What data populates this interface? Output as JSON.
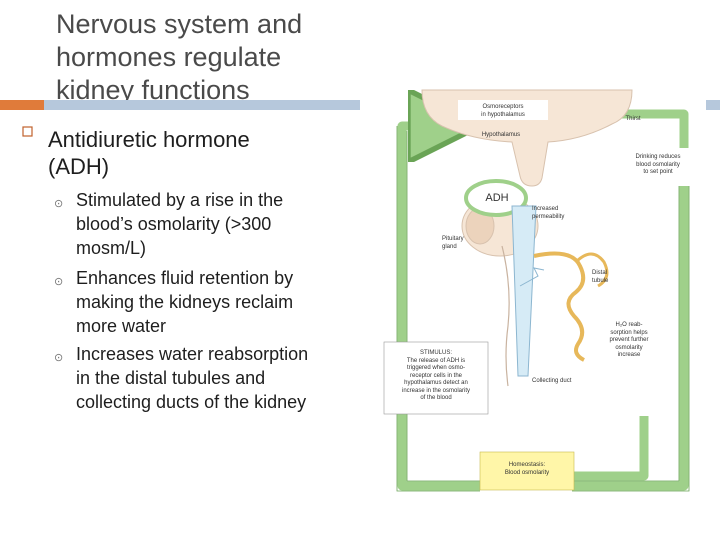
{
  "slide": {
    "title_lines": [
      "Nervous system and",
      "hormones regulate",
      "kidney functions"
    ],
    "main_bullet_lines": [
      "Antidiuretic hormone",
      "(ADH)"
    ],
    "sub_bullets": [
      {
        "lines": [
          "Stimulated by a rise in the",
          "blood’s osmolarity (>300",
          "mosm/L)"
        ]
      },
      {
        "lines": [
          "Enhances fluid retention by",
          "making the kidneys reclaim",
          "more water"
        ]
      },
      {
        "lines": [
          "Increases water reabsorption",
          "in the distal tubules and",
          "collecting ducts of the kidney"
        ]
      }
    ]
  },
  "diagram": {
    "osmoreceptors": [
      "Osmoreceptors",
      "in hypothalamus"
    ],
    "thirst": "Thirst",
    "hypothalamus": "Hypothalamus",
    "drinking": [
      "Drinking reduces",
      "blood osmolarity",
      "to set point"
    ],
    "adh": "ADH",
    "permeability": [
      "Increased",
      "permeability"
    ],
    "pituitary": [
      "Pituitary",
      "gland"
    ],
    "distal": [
      "Distal",
      "tubule"
    ],
    "reabsorption": [
      "H₂O reab-",
      "sorption helps",
      "prevent further",
      "osmolarity",
      "increase"
    ],
    "stimulus": [
      "STIMULUS:",
      "The release of ADH is",
      "triggered when osmo-",
      "receptor cells in the",
      "hypothalamus detect an",
      "increase in the osmolarity",
      "of the blood"
    ],
    "collecting_duct": "Collecting duct",
    "homeostasis": [
      "Homeostasis:",
      "Blood osmolarity"
    ]
  },
  "colors": {
    "accent_orange": "#e07b3a",
    "rule_blue": "#b6c8dc",
    "arrow_green": "#9fd08a",
    "box_yellow": "#fff6a8"
  }
}
